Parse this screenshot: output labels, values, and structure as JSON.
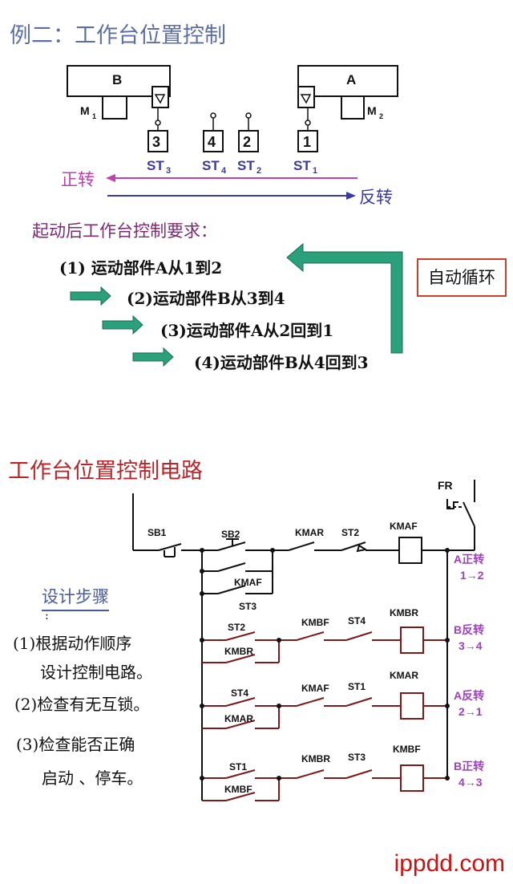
{
  "top": {
    "title": "例二：工作台位置控制",
    "table_b": "B",
    "table_a": "A",
    "motor1": "M",
    "motor1_sub": "1",
    "motor2": "M",
    "motor2_sub": "2",
    "switch_nums": [
      "3",
      "4",
      "2",
      "1"
    ],
    "switch_labels": [
      "ST",
      "ST",
      "ST",
      "ST"
    ],
    "switch_subs": [
      "3",
      "4",
      "2",
      "1"
    ],
    "forward_label": "正转",
    "reverse_label": "反转",
    "req_title": "起动后工作台控制要求：",
    "steps": [
      "(1) 运动部件A从1到2",
      "(2)运动部件B从3到4",
      "(3)运动部件A从2回到1",
      "(4)运动部件B从4回到3"
    ],
    "auto_cycle": "自动循环"
  },
  "circuit": {
    "title": "工作台位置控制电路",
    "fr": "FR",
    "sb1": "SB1",
    "sb2": "SB2",
    "rung1": {
      "contact1": "KMAR",
      "contact2": "ST2",
      "coil": "KMAF",
      "seal_label": "KMAF",
      "seal_sub": "ST3",
      "dir": "A正转",
      "path": "1→2"
    },
    "rung2": {
      "start": "ST2",
      "contact1": "KMBF",
      "contact2": "ST4",
      "coil": "KMBR",
      "seal": "KMBR",
      "dir": "B反转",
      "path": "3→4"
    },
    "rung3": {
      "start": "ST4",
      "contact1": "KMAF",
      "contact2": "ST1",
      "coil": "KMAR",
      "seal": "KMAR",
      "dir": "A反转",
      "path": "2→1"
    },
    "rung4": {
      "start": "ST1",
      "contact1": "KMBR",
      "contact2": "ST3",
      "coil": "KMBF",
      "seal": "KMBF",
      "dir": "B正转",
      "path": "4→3"
    }
  },
  "design": {
    "heading": "设计步骤",
    "dot": ":",
    "s1a": "(1)根据动作顺序",
    "s1b": "设计控制电路。",
    "s2": "(2)检查有无互锁。",
    "s3a": "(3)检查能否正确",
    "s3b": "启动 、停车。"
  },
  "watermark": "ippdd.com",
  "colors": {
    "black": "#111111",
    "purple": "#c040b0",
    "blue": "#3a3aa0",
    "brown": "#7a1a1a",
    "teal": "#2aa17a",
    "label_purple": "#a040c0"
  }
}
